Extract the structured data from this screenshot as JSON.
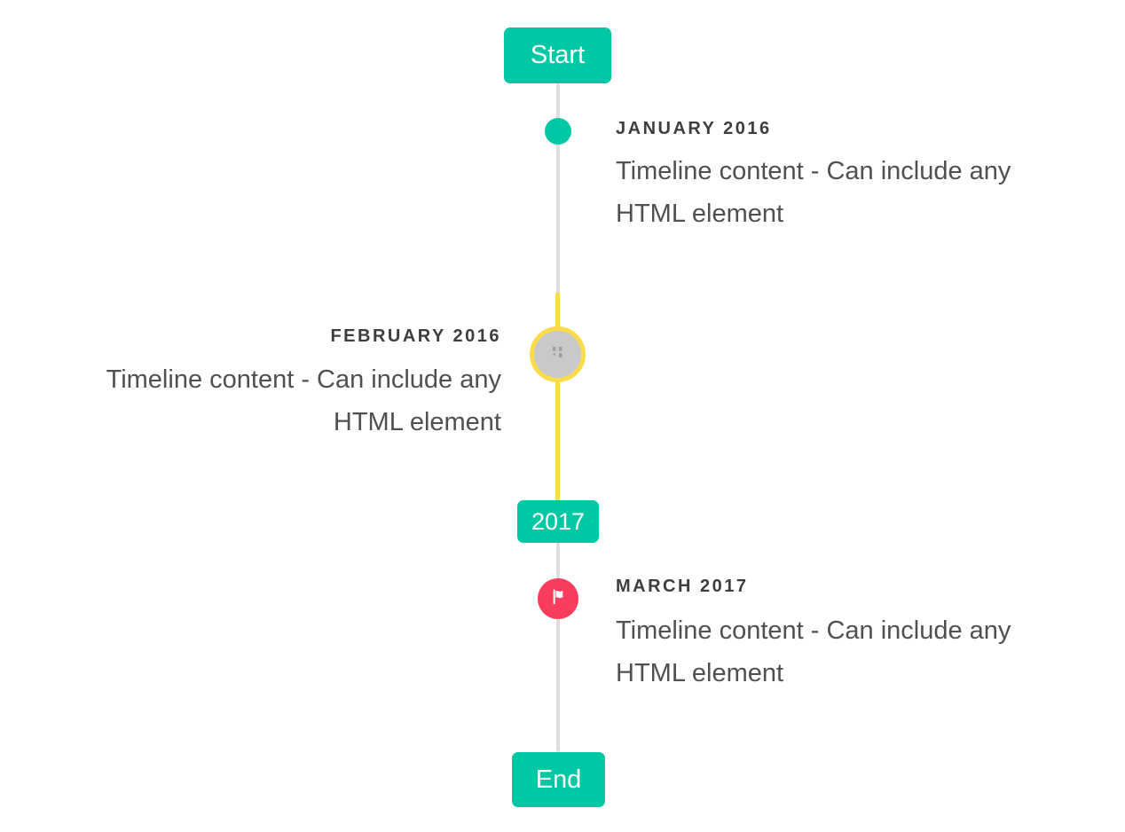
{
  "timeline": {
    "start_badge": "Start",
    "year_badge": "2017",
    "end_badge": "End",
    "items": [
      {
        "title": "JANUARY 2016",
        "marker": "teal-dot",
        "side": "right",
        "content_lines": [
          "Timeline content - Can include any",
          "HTML element"
        ]
      },
      {
        "title": "FEBRUARY 2016",
        "marker": "broken-image-circle",
        "side": "left",
        "content_lines": [
          "Timeline content - Can include any",
          "HTML element"
        ]
      },
      {
        "title": "MARCH 2017",
        "marker": "flag-circle",
        "side": "right",
        "content_lines": [
          "Timeline content - Can include any",
          "HTML element"
        ]
      }
    ],
    "colors": {
      "accent": "#00C8A5",
      "highlight": "#FADC4B",
      "flag": "#FA3C5F",
      "line": "#DEDEDE",
      "image_circle_fill": "#C9C9CB",
      "title_text": "#3E3E3E",
      "content_text": "#505050"
    }
  }
}
